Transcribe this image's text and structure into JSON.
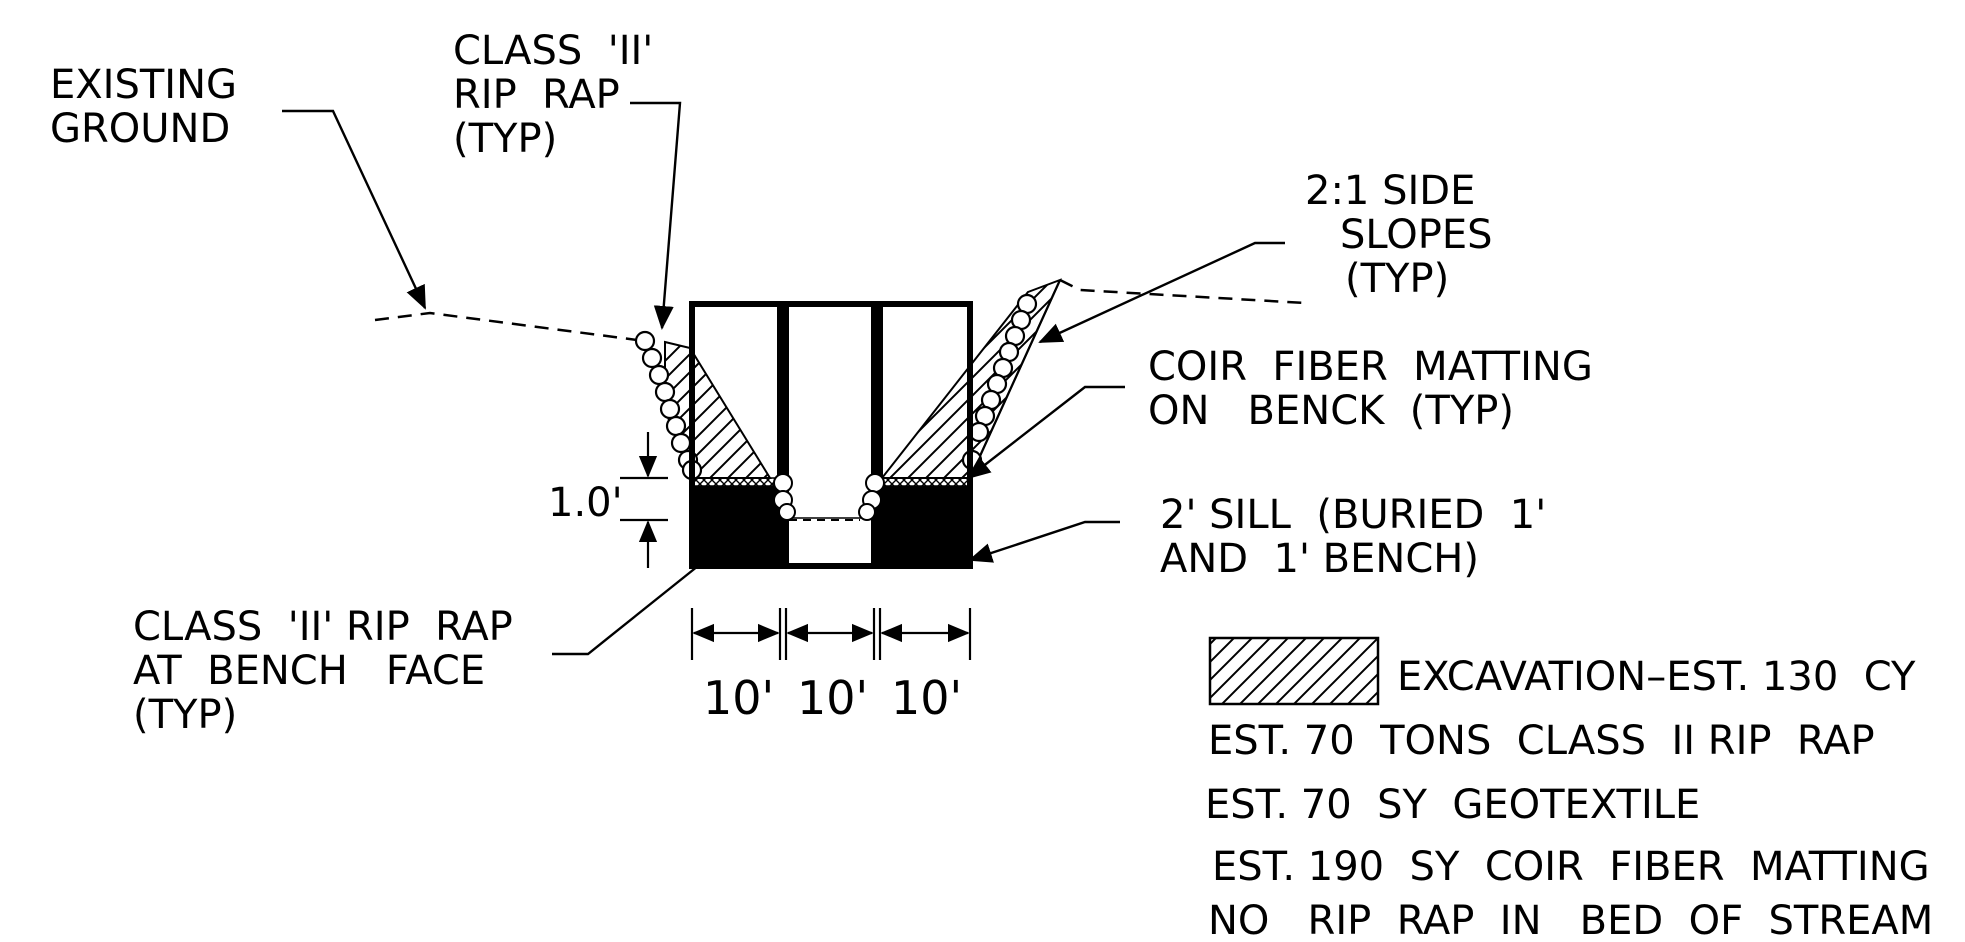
{
  "labels": {
    "existing_ground": [
      "EXISTING",
      "GROUND"
    ],
    "class_ii_riprap_typ": [
      "CLASS  'II'",
      "RIP  RAP",
      "(TYP)"
    ],
    "side_slopes": [
      "2:1 SIDE",
      "SLOPES",
      "(TYP)"
    ],
    "coir_matting_bench": [
      "COIR  FIBER  MATTING",
      "ON   BENCK  (TYP)"
    ],
    "sill": [
      "2' SILL  (BURIED  1'",
      "AND  1' BENCH)"
    ],
    "riprap_bench_face": [
      "CLASS  'II' RIP  RAP",
      "AT  BENCH   FACE",
      "(TYP)"
    ],
    "depth_dimension": "1.0'"
  },
  "widths": [
    "10'",
    "10'",
    "10'"
  ],
  "legend": {
    "excavation": "EXCAVATION–EST. 130  CY"
  },
  "notes": [
    "EST. 70  TONS  CLASS  II RIP  RAP",
    "EST. 70  SY  GEOTEXTILE",
    "EST. 190  SY  COIR  FIBER  MATTING",
    "NO   RIP  RAP  IN   BED  OF  STREAM"
  ]
}
